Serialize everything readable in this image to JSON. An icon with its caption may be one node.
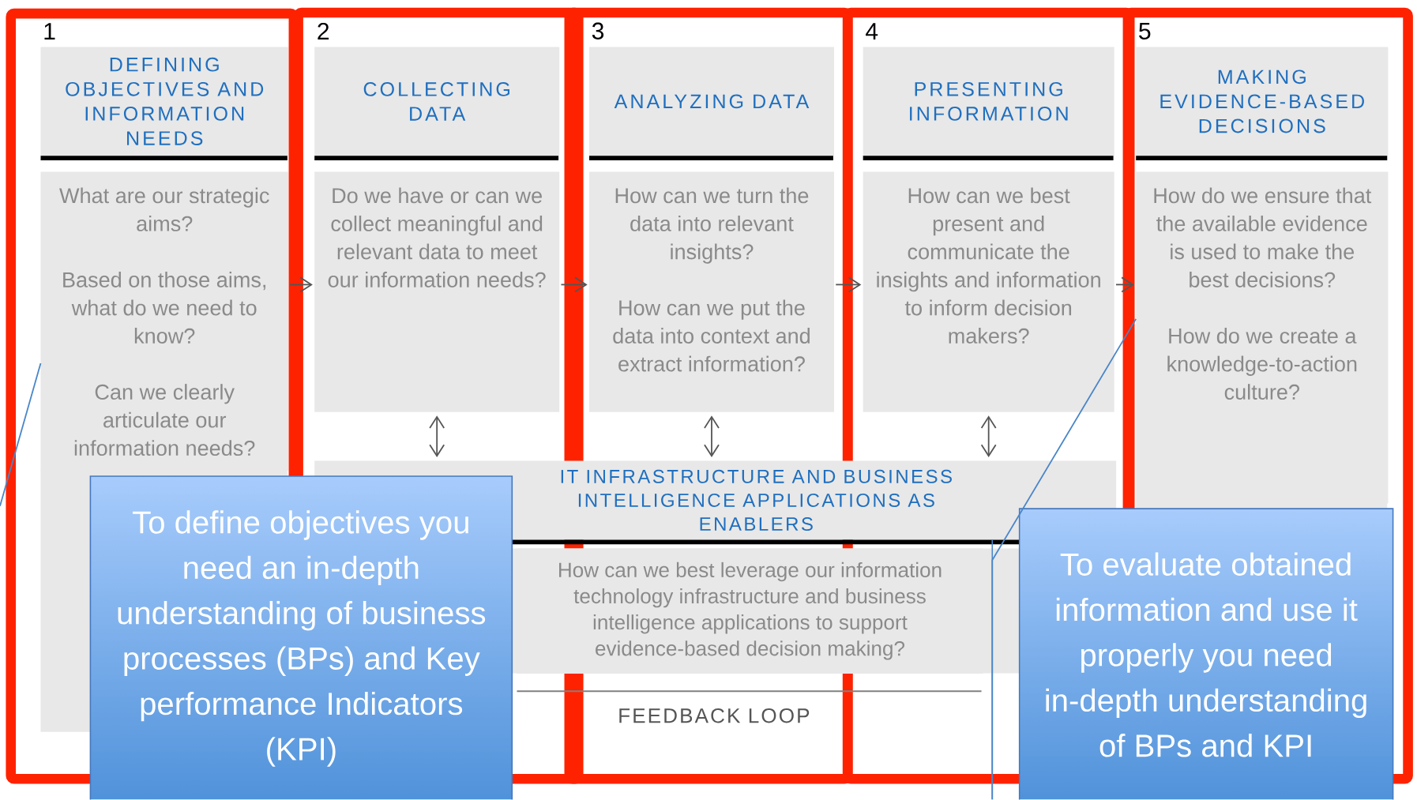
{
  "diagram": {
    "nodes": [
      {
        "text": [
          "DEFINING OBJECTIVES AND INFORMATION NEEDS"
        ],
        "beside": [
          "1"
        ]
      },
      {
        "text": [
          "What are our strategic aims?",
          "Based on those aims, what do we need to know?",
          "Can we clearly articulate our information needs?"
        ]
      },
      {
        "text": [
          "COLLECTING DATA"
        ],
        "beside": [
          "2"
        ]
      },
      {
        "text": [
          "Do we have or can we collect meaningful and relevant data to meet our information needs?"
        ]
      },
      {
        "text": [
          "ANALYZING DATA"
        ],
        "beside": [
          "3"
        ]
      },
      {
        "text": [
          "How can we turn the data into relevant insights?",
          "How can we put the data into context and extract information?"
        ]
      },
      {
        "text": [
          "PRESENTING INFORMATION"
        ],
        "beside": [
          "4"
        ]
      },
      {
        "text": [
          "How can we best present and communicate the insights and information to inform decision makers?"
        ]
      },
      {
        "text": [
          "MAKING EVIDENCE-BASED DECISIONS"
        ],
        "beside": [
          "5"
        ]
      },
      {
        "text": [
          "How do we ensure that the available evidence is used to make the best decisions?",
          "How do we create a knowledge-to-action culture?"
        ]
      },
      {
        "text": [
          "IT INFRASTRUCTURE AND BUSINESS INTELLIGENCE APPLICATIONS AS ENABLERS"
        ]
      },
      {
        "text": [
          "How can we best leverage our information technology infrastructure and business intelligence applications to support evidence-based decision making?"
        ]
      },
      {
        "text": [
          "To define objectives you need an in-depth understanding of business processes (BPs) and Key performance Indicators (KPI)"
        ]
      },
      {
        "text": [
          "To evaluate obtained information and use it properly you need in-depth understanding of BPs and KPI"
        ]
      }
    ],
    "edges": [
      {
        "from": 1,
        "to": 3,
        "arrow": "to"
      },
      {
        "from": 3,
        "to": 5,
        "arrow": "to"
      },
      {
        "from": 5,
        "to": 7,
        "arrow": "to"
      },
      {
        "from": 7,
        "to": 9,
        "arrow": "to"
      },
      {
        "from": 3,
        "to": 10,
        "arrow": "both"
      },
      {
        "from": 5,
        "to": 10,
        "arrow": "both"
      },
      {
        "from": 7,
        "to": 10,
        "arrow": "both"
      },
      {
        "from": null,
        "to": 10,
        "arrow": "none",
        "color": "#4a86c8"
      },
      {
        "from": null,
        "to": 9,
        "arrow": "none",
        "color": "#4a86c8"
      },
      {
        "from": null,
        "to": 1,
        "arrow": "none",
        "color": "#4a86c8"
      }
    ],
    "labels": [
      "FEEDBACK LOOP"
    ]
  }
}
